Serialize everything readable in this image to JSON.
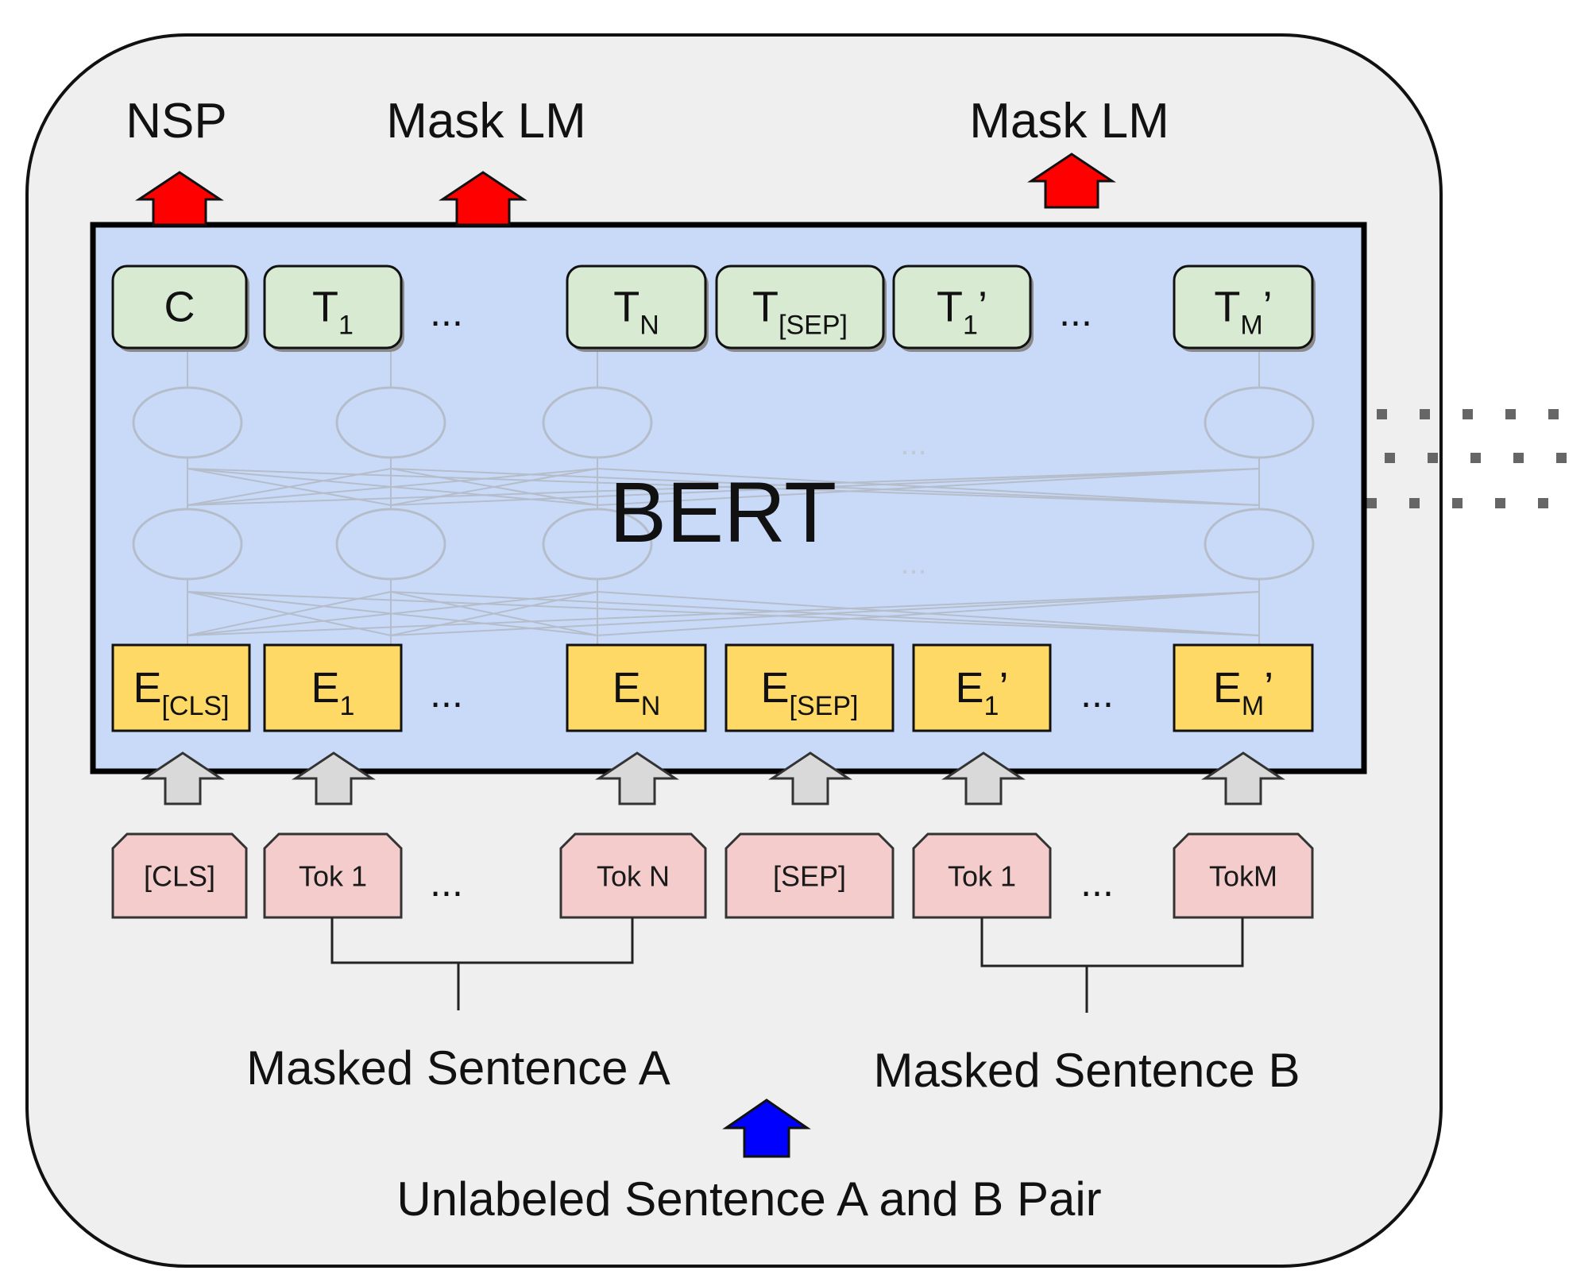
{
  "heads": [
    {
      "id": "nsp",
      "label": "NSP"
    },
    {
      "id": "mlm-a",
      "label": "Mask LM"
    },
    {
      "id": "mlm-b",
      "label": "Mask LM"
    }
  ],
  "model_label": "BERT",
  "outputs": [
    {
      "base": "C",
      "sub": "",
      "prime": ""
    },
    {
      "base": "T",
      "sub": "1",
      "prime": ""
    },
    {
      "base": "T",
      "sub": "N",
      "prime": ""
    },
    {
      "base": "T",
      "sub": "[SEP]",
      "prime": ""
    },
    {
      "base": "T",
      "sub": "1",
      "prime": "’"
    },
    {
      "base": "T",
      "sub": "M",
      "prime": "’"
    }
  ],
  "embeddings": [
    {
      "base": "E",
      "sub": "[CLS]",
      "prime": ""
    },
    {
      "base": "E",
      "sub": "1",
      "prime": ""
    },
    {
      "base": "E",
      "sub": "N",
      "prime": ""
    },
    {
      "base": "E",
      "sub": "[SEP]",
      "prime": ""
    },
    {
      "base": "E",
      "sub": "1",
      "prime": "’"
    },
    {
      "base": "E",
      "sub": "M",
      "prime": "’"
    }
  ],
  "tokens": [
    "[CLS]",
    "Tok 1",
    "Tok N",
    "[SEP]",
    "Tok 1",
    "TokM"
  ],
  "ellipsis": "...",
  "sentence_a": "Masked Sentence A",
  "sentence_b": "Masked Sentence B",
  "input_pair": "Unlabeled Sentence A and B Pair",
  "colors": {
    "panel_bg": "#efefef",
    "bert_bg": "#c9daf8",
    "output_box": "#d9ead3",
    "embedding_box": "#ffd966",
    "token_box": "#f4cccc",
    "head_arrow": "#ff0000",
    "input_arrow": "#0000ff",
    "token_arrow": "#d9d9d9"
  }
}
